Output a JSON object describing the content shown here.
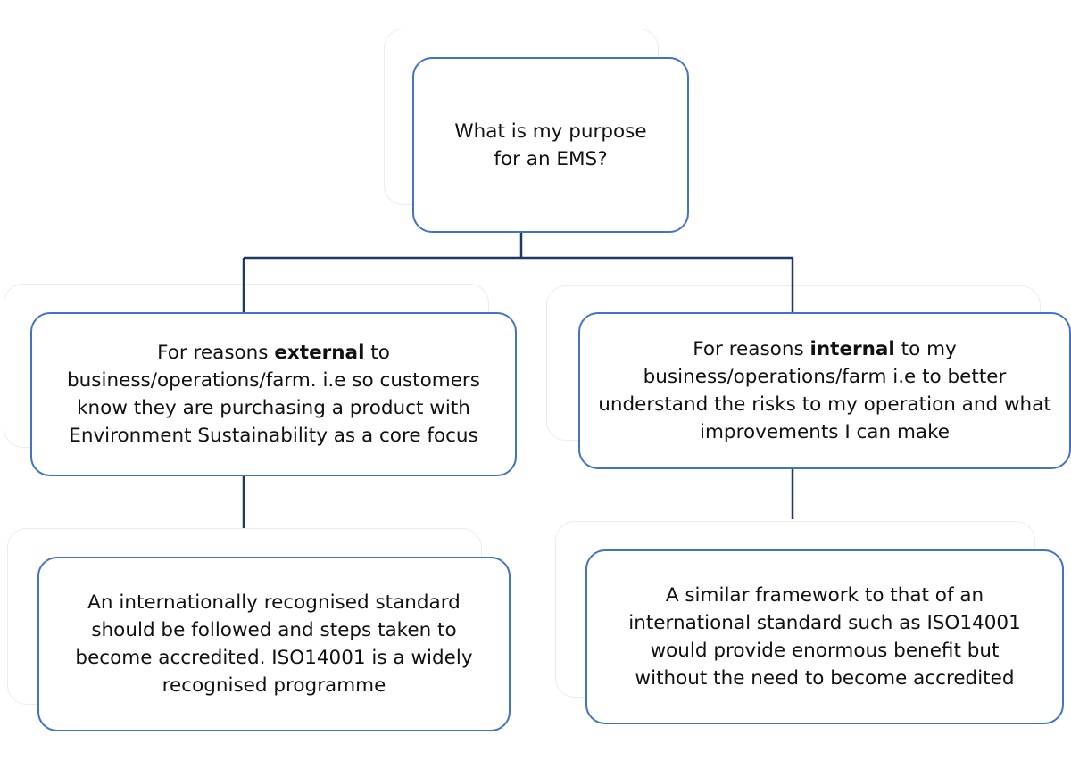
{
  "diagram": {
    "root": {
      "text": "What is my purpose for an EMS?"
    },
    "left_branch": {
      "reason": {
        "prefix": "For reasons ",
        "emphasis": "external",
        "suffix": " to business/operations/farm. i.e so customers know they are purchasing a product with Environment Sustainability as a core focus"
      },
      "outcome": {
        "text": "An internationally recognised standard should be followed and steps taken to become accredited.  ISO14001 is a widely recognised programme"
      }
    },
    "right_branch": {
      "reason": {
        "prefix": "For reasons ",
        "emphasis": "internal",
        "suffix": " to my business/operations/farm i.e to better understand the risks to my operation and what improvements I can make"
      },
      "outcome": {
        "text": "A similar framework to that of an international standard such as ISO14001 would provide enormous benefit but without the need to become accredited"
      }
    },
    "colors": {
      "node_border": "#4472c4",
      "connector": "#1f3864"
    }
  }
}
